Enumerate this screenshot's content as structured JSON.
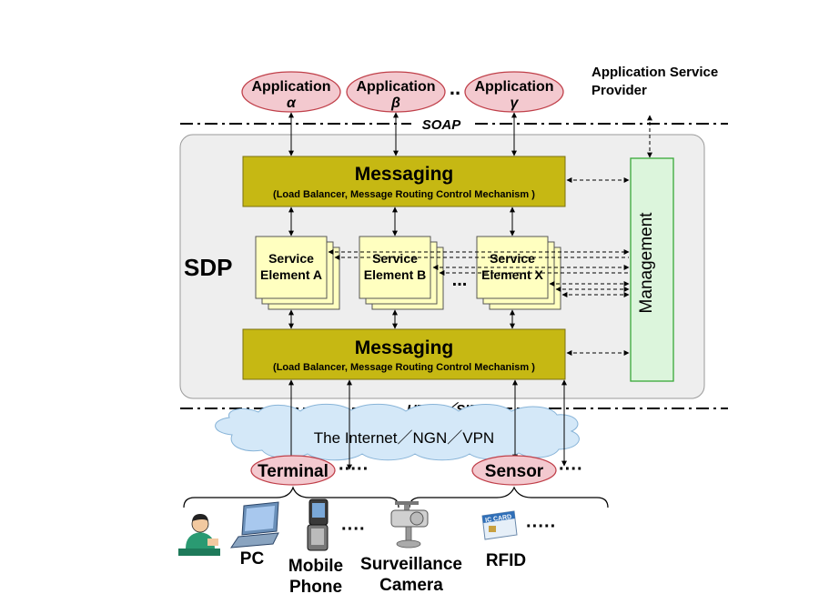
{
  "applications": [
    {
      "label": "Application",
      "symbol": "α"
    },
    {
      "label": "Application",
      "symbol": "β"
    },
    {
      "label": "Application",
      "symbol": "γ"
    }
  ],
  "app_ellipsis": "..",
  "asp_label_line1": "Application Service",
  "asp_label_line2": "Provider",
  "soap_label": "SOAP",
  "http_label": "HTTP／SIP",
  "sdp_label": "SDP",
  "messaging_top": {
    "title": "Messaging",
    "subtitle": "(Load Balancer, Message Routing Control Mechanism )"
  },
  "messaging_bottom": {
    "title": "Messaging",
    "subtitle": "(Load Balancer, Message Routing Control Mechanism )"
  },
  "service_elements": [
    {
      "line1": "Service",
      "line2": "Element A"
    },
    {
      "line1": "Service",
      "line2": "Element B"
    },
    {
      "line1": "Service",
      "line2": "Element X"
    }
  ],
  "service_ellipsis": "...",
  "management_label": "Management",
  "network_label": "The Internet／NGN／VPN",
  "terminal_label": "Terminal",
  "sensor_label": "Sensor",
  "terminal_ellipsis": "·····",
  "sensor_ellipsis": "····",
  "devices": {
    "pc": "PC",
    "mobile_line1": "Mobile",
    "mobile_line2": "Phone",
    "camera_line1": "Surveillance",
    "camera_line2": "Camera",
    "rfid": "RFID",
    "rfid_card_text": "IC CARD",
    "device_ellipsis_1": "····",
    "device_ellipsis_2": "·····"
  },
  "colors": {
    "app_ellipse_fill": "#f3c9cf",
    "app_ellipse_stroke": "#c0404a",
    "messaging_fill": "#c6b813",
    "messaging_stroke": "#7a7010",
    "service_fill": "#ffffc0",
    "management_fill": "#dcf5dc",
    "management_stroke": "#38a838",
    "sdp_panel_fill": "#eeeeee",
    "cloud_fill": "#d4e8f8"
  }
}
